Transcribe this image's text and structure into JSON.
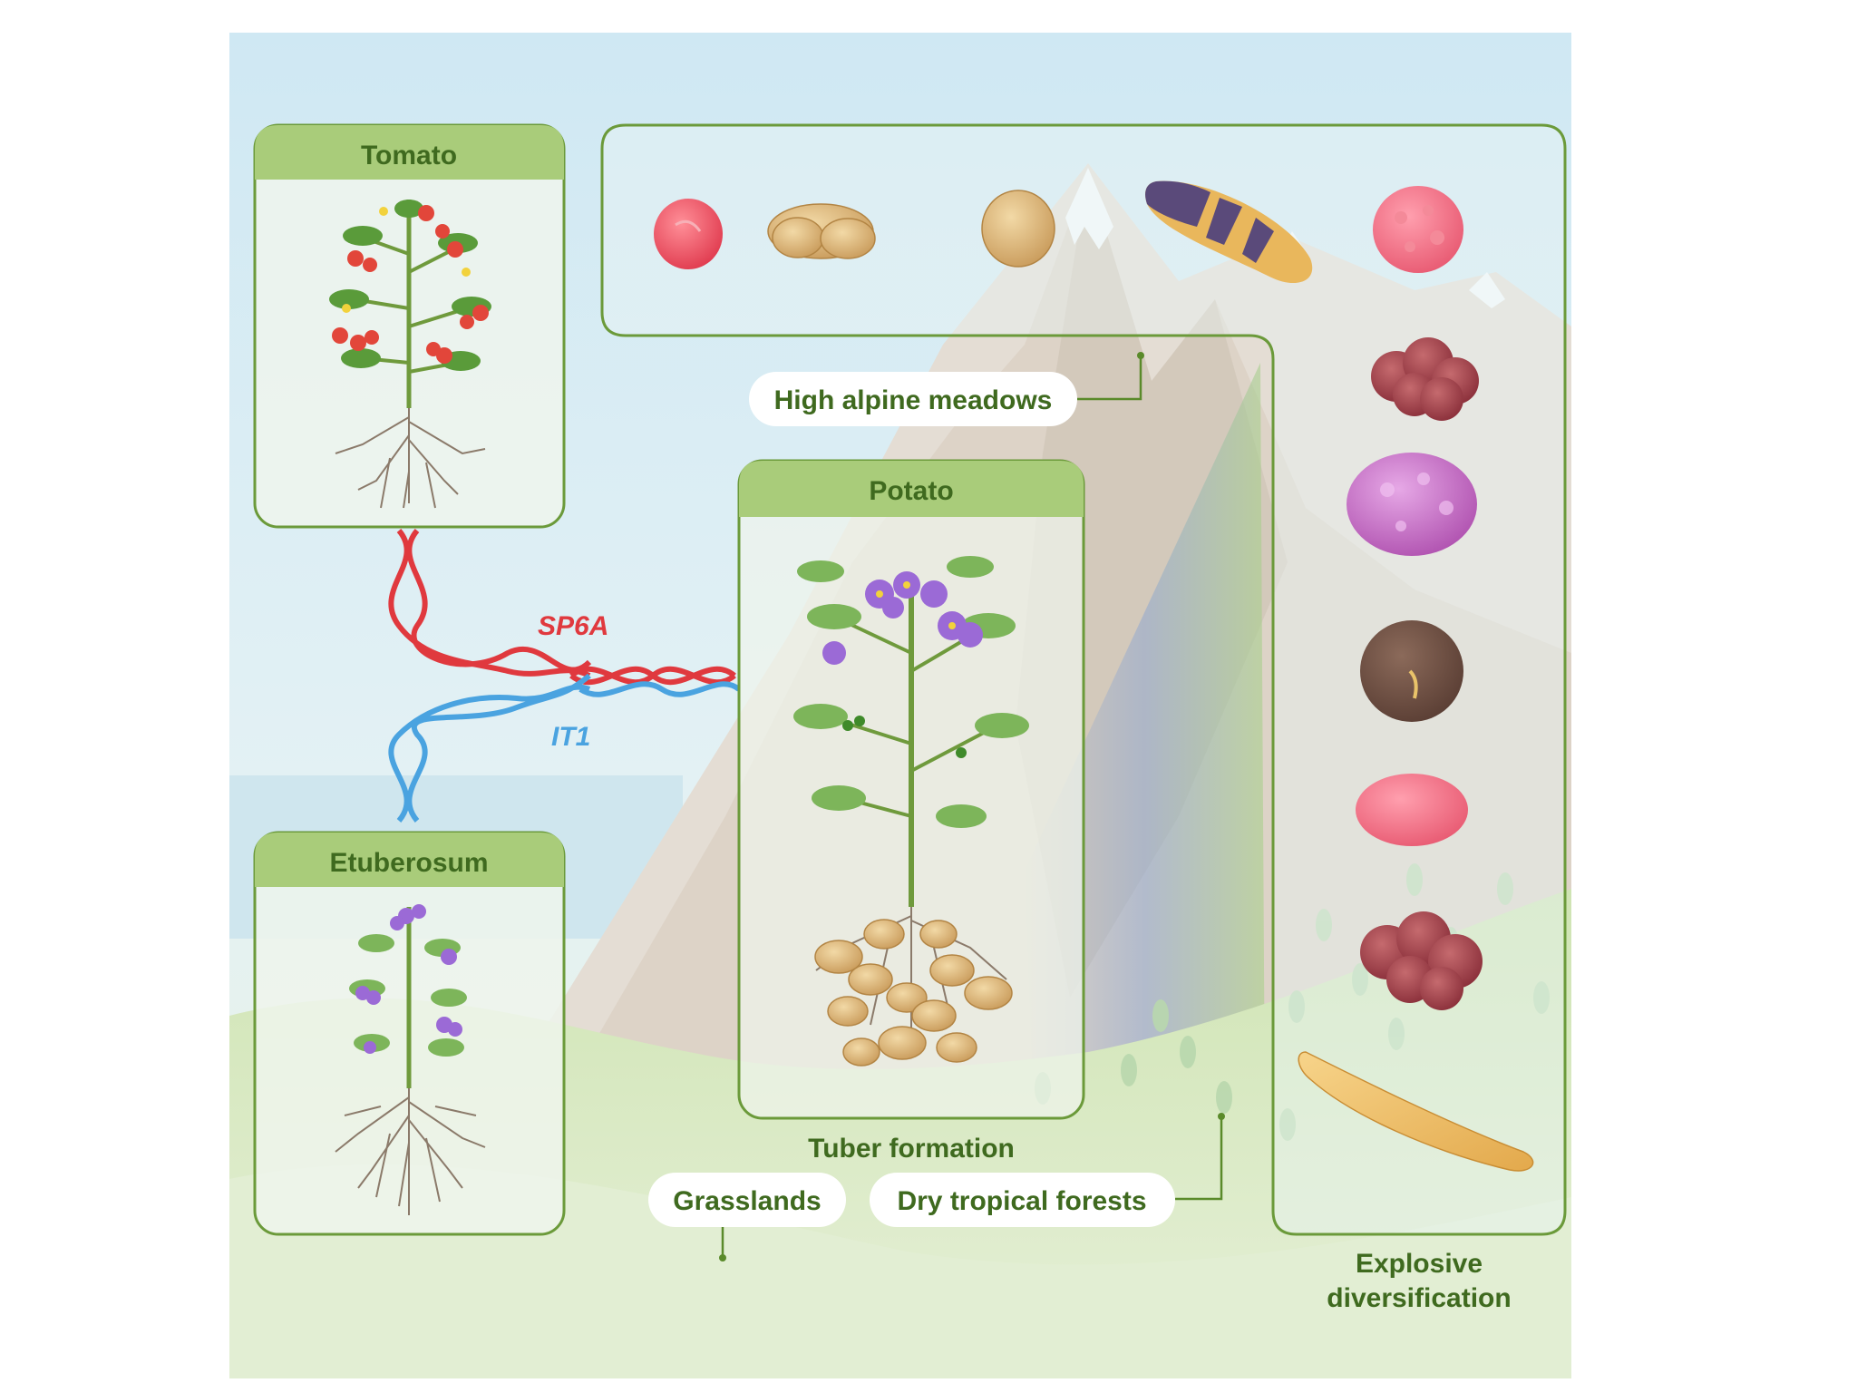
{
  "panels": {
    "tomato": "Tomato",
    "potato": "Potato",
    "etuberosum": "Etuberosum"
  },
  "genes": {
    "sp6a": "SP6A",
    "it1": "IT1"
  },
  "habitats": {
    "alpine": "High alpine meadows",
    "grasslands": "Grasslands",
    "dry_forests": "Dry tropical forests"
  },
  "captions": {
    "tuber_formation": "Tuber formation",
    "explosive_line1": "Explosive",
    "explosive_line2": "diversification"
  },
  "colors": {
    "panel_border": "#6b9a3a",
    "panel_header": "#a9cc7a",
    "label_text": "#3f6a1f",
    "sp6a": "#e0393e",
    "it1": "#4aa3e0",
    "sky": "#d6ecf4",
    "grass": "#cfe3b5"
  }
}
